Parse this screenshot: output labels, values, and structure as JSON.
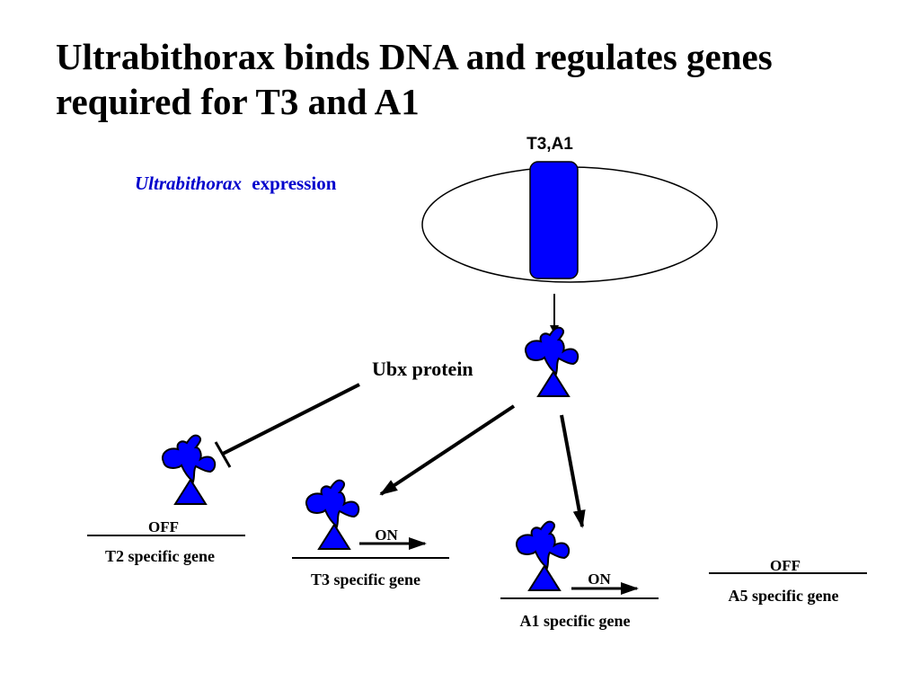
{
  "title": {
    "line1": "Ultrabithorax binds DNA and regulates genes",
    "line2": "required for T3 and A1"
  },
  "embryo": {
    "stripe_label": "T3,A1",
    "expression_gene": "Ultrabithorax",
    "expression_word": "expression"
  },
  "protein": {
    "label": "Ubx protein"
  },
  "genes": [
    {
      "name": "T2 specific gene",
      "state": "OFF"
    },
    {
      "name": "T3 specific gene",
      "state": "ON"
    },
    {
      "name": "A1 specific gene",
      "state": "ON"
    },
    {
      "name": "A5 specific gene",
      "state": "OFF"
    }
  ],
  "colors": {
    "ubx_blue": "#0000ff",
    "gene_italic_blue": "#0000cc",
    "ink": "#000000"
  }
}
